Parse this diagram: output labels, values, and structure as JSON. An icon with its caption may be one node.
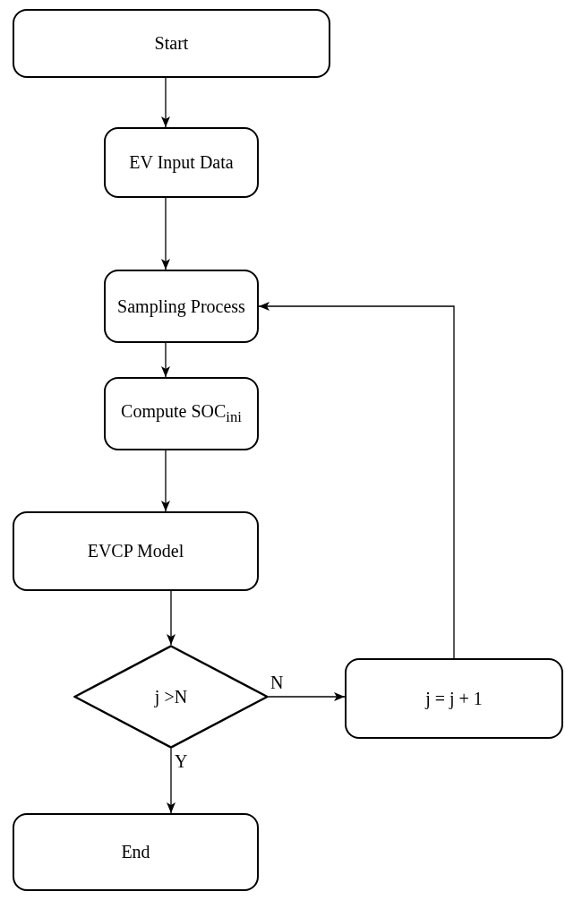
{
  "diagram": {
    "nodes": [
      {
        "text": [
          "Start"
        ]
      },
      {
        "text": [
          "EV Input Data"
        ]
      },
      {
        "text": [
          "Sampling Process"
        ]
      },
      {
        "text": [
          "Compute SOC$_{ini}$"
        ]
      },
      {
        "text": [
          "EVCP Model"
        ]
      },
      {
        "text": [
          "j >N"
        ]
      },
      {
        "text": [
          "j = j + 1"
        ]
      },
      {
        "text": [
          "End"
        ]
      }
    ],
    "edges": [
      {
        "from": 0,
        "to": 1,
        "arrow": "to"
      },
      {
        "from": 1,
        "to": 2,
        "arrow": "to"
      },
      {
        "from": 2,
        "to": 3,
        "arrow": "to"
      },
      {
        "from": 3,
        "to": 4,
        "arrow": "to"
      },
      {
        "from": 4,
        "to": 5,
        "arrow": "to"
      },
      {
        "from": 5,
        "to": 6,
        "label": "N",
        "arrow": "to"
      },
      {
        "from": 6,
        "to": 2,
        "arrow": "to"
      },
      {
        "from": 5,
        "to": 7,
        "label": "Y",
        "arrow": "to"
      }
    ]
  }
}
